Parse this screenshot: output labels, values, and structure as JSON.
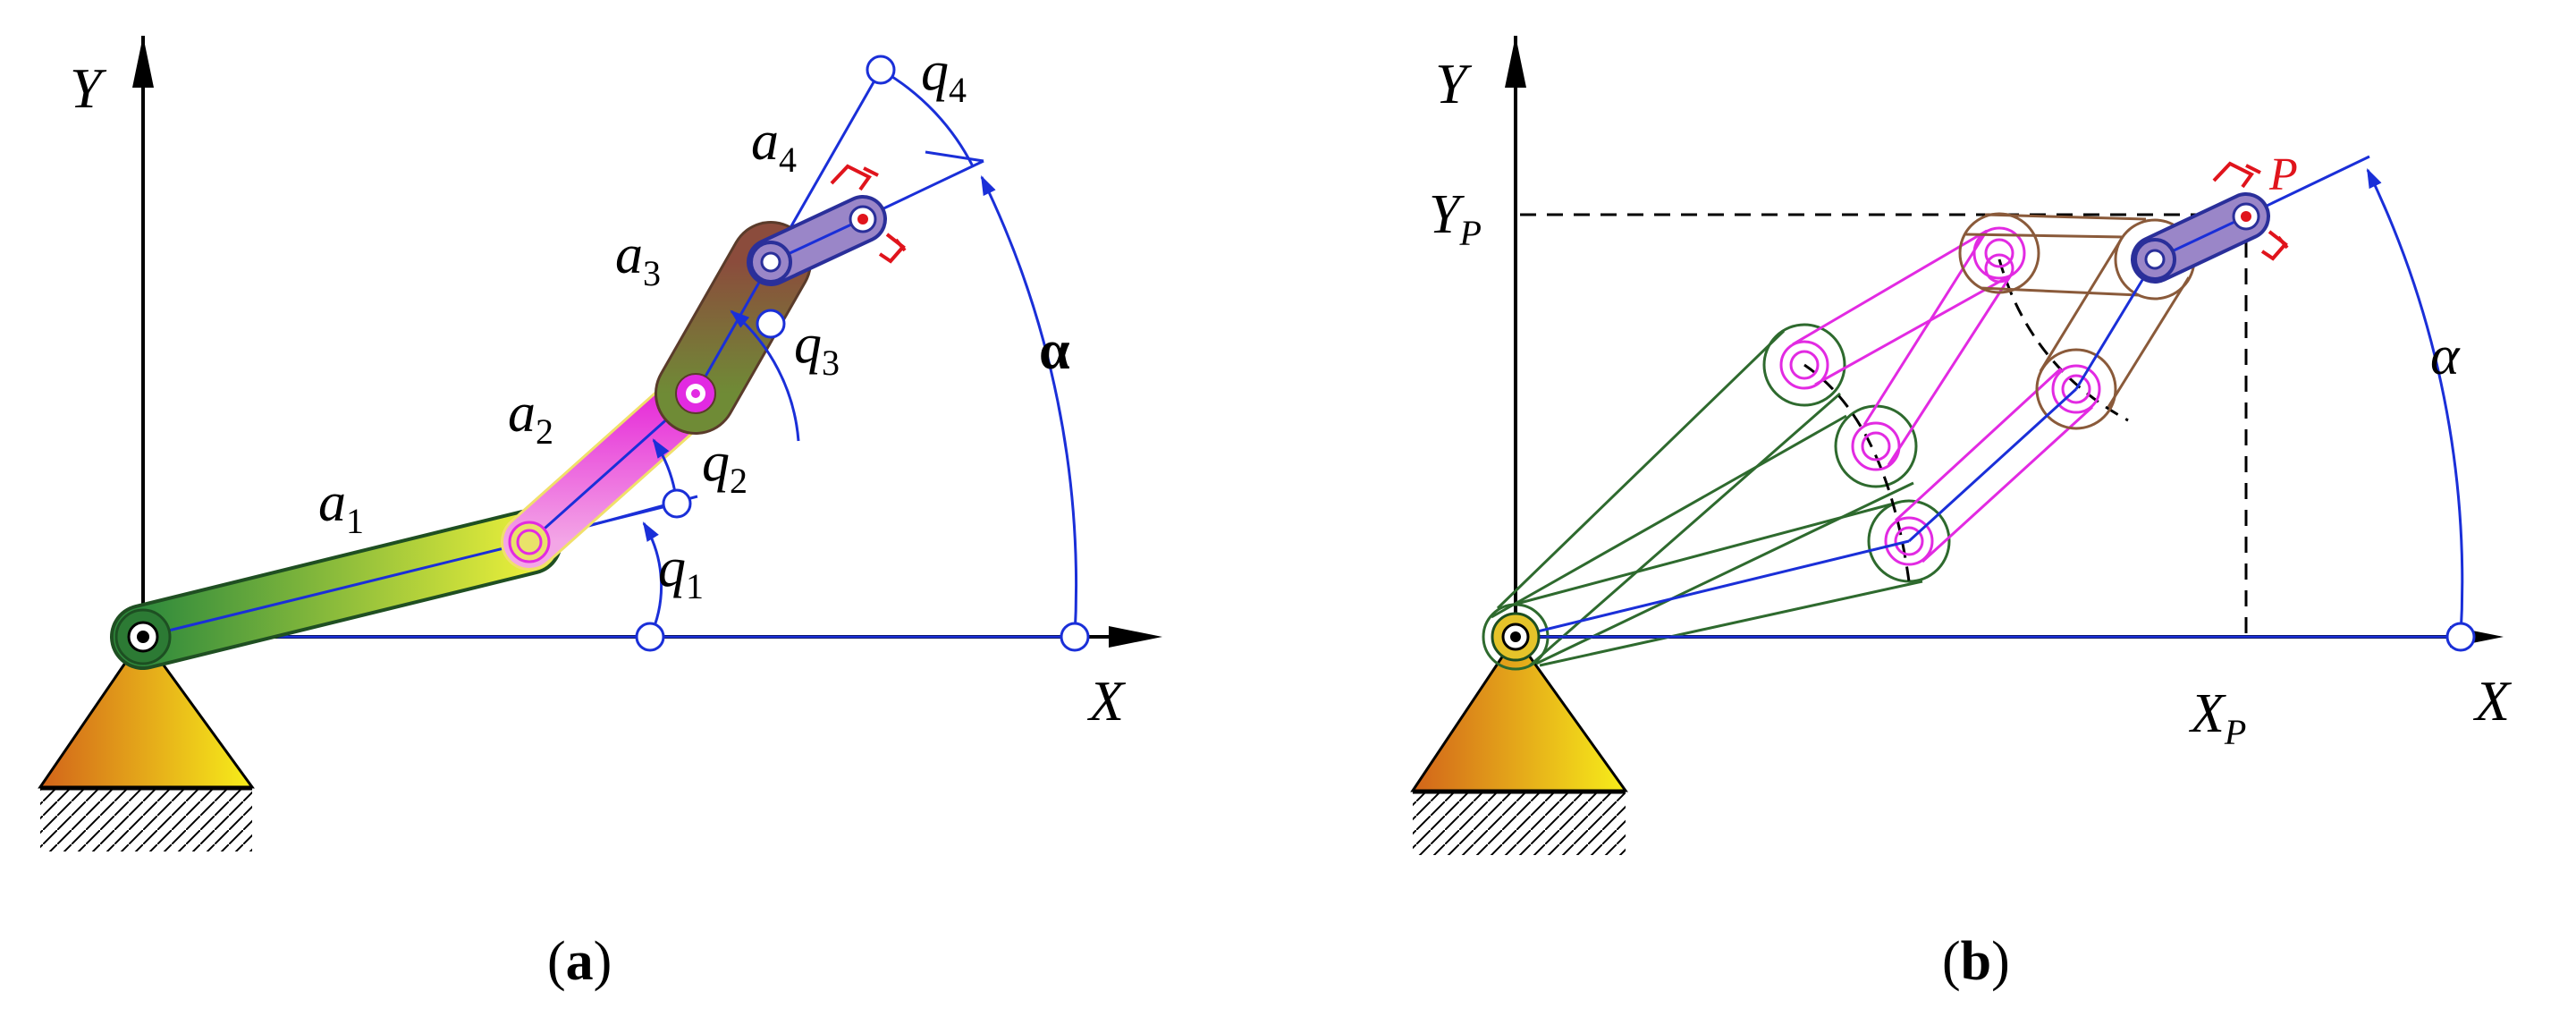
{
  "panel_a": {
    "axis_x": "X",
    "axis_y": "Y",
    "links": [
      "a",
      "a",
      "a",
      "a"
    ],
    "link_subs": [
      "1",
      "2",
      "3",
      "4"
    ],
    "joints": [
      "q",
      "q",
      "q",
      "q"
    ],
    "joint_subs": [
      "1",
      "2",
      "3",
      "4"
    ],
    "angle": "α"
  },
  "panel_b": {
    "axis_x": "X",
    "axis_y": "Y",
    "xp": "X",
    "xp_sub": "P",
    "yp": "Y",
    "yp_sub": "P",
    "point": "P",
    "angle": "α"
  },
  "captions": {
    "a_open": "(",
    "a_letter": "a",
    "a_close": ")",
    "b_open": "(",
    "b_letter": "b",
    "b_close": ")"
  },
  "colors": {
    "blue": "#1a2fd8",
    "magenta": "#e22ae2",
    "green": "#2e6a2e",
    "brown": "#8a5a3a",
    "red": "#e0141c"
  }
}
